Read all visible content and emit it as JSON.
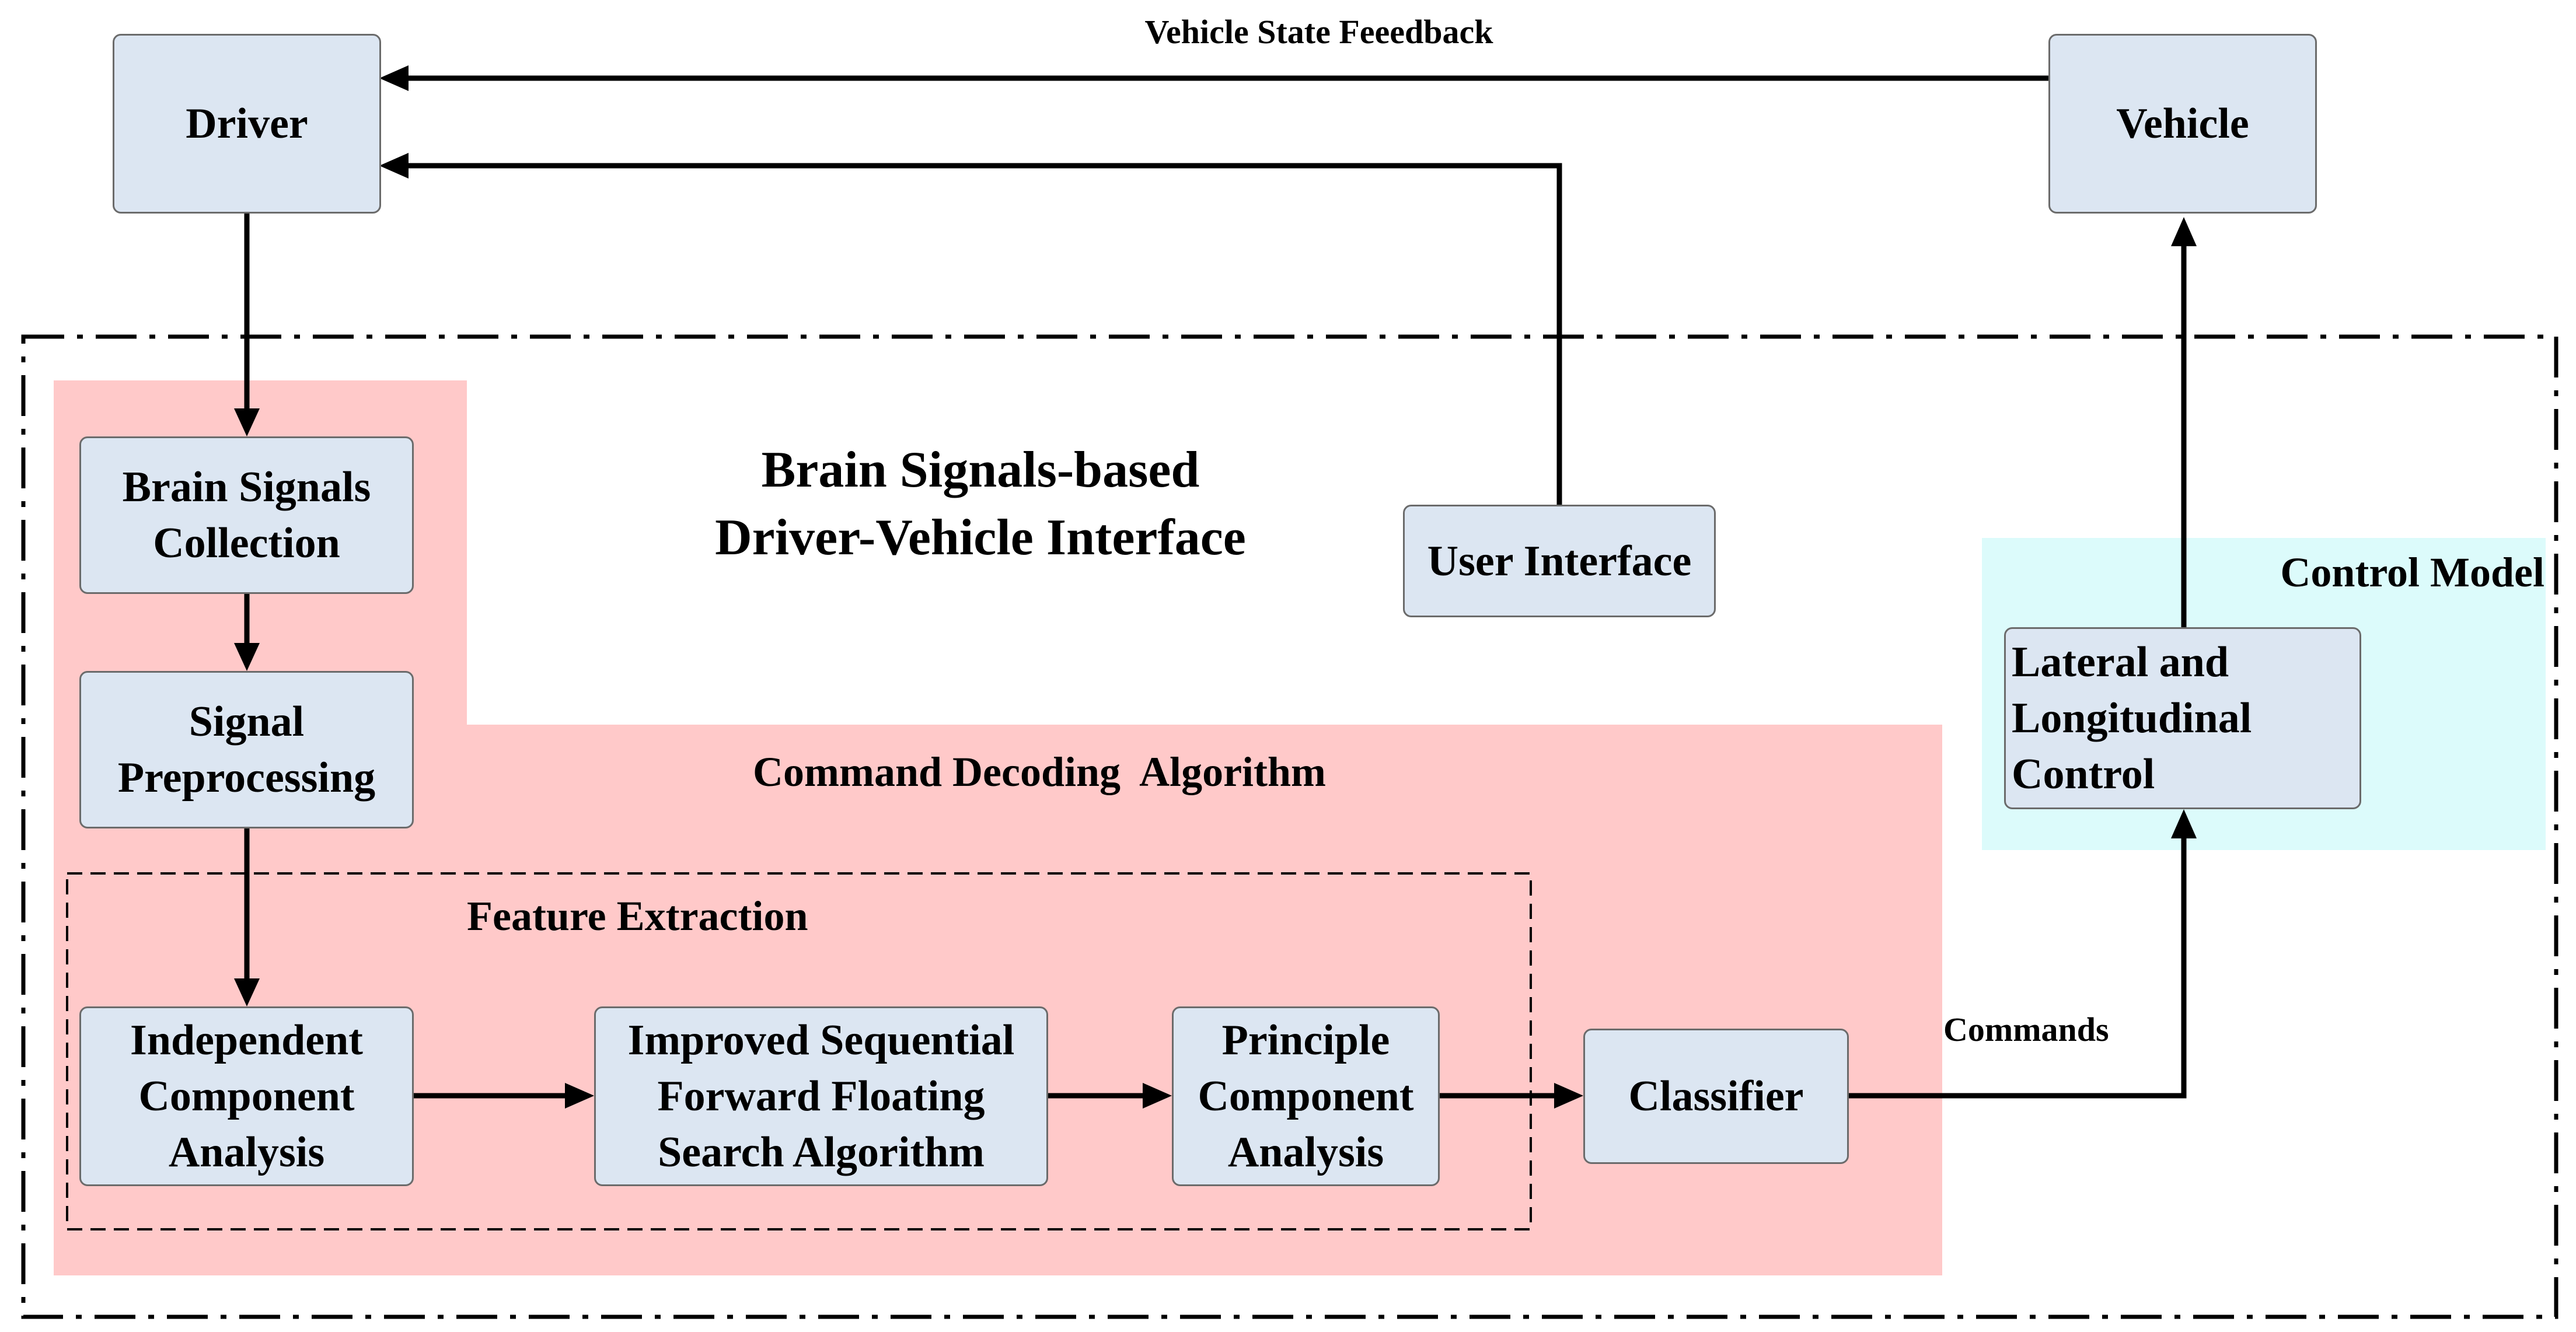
{
  "diagram": {
    "feedback_label": "Vehicle State Feeedback",
    "commands_label": "Commands",
    "main_title": "Brain Signals-based\nDriver-Vehicle Interface",
    "decoding_label": "Command Decoding  Algorithm",
    "feature_label": "Feature Extraction",
    "control_model_label": "Control Model",
    "nodes": {
      "driver": "Driver",
      "vehicle": "Vehicle",
      "brain_collection": "Brain Signals\nCollection",
      "preprocessing": "Signal\nPreprocessing",
      "user_interface": "User Interface",
      "ica": "Independent\nComponent\nAnalysis",
      "isffs": "Improved Sequential\nForward Floating\nSearch Algorithm",
      "pca": "Principle\nComponent\nAnalysis",
      "classifier": "Classifier",
      "lateral_control": "Lateral and\nLongitudinal\nControl"
    },
    "colors": {
      "decoding_region": "#ffc9c9",
      "control_region": "#dcfbfb",
      "node_fill": "#dce6f2",
      "node_border": "#6b6b6b",
      "arrow": "#000000"
    }
  }
}
